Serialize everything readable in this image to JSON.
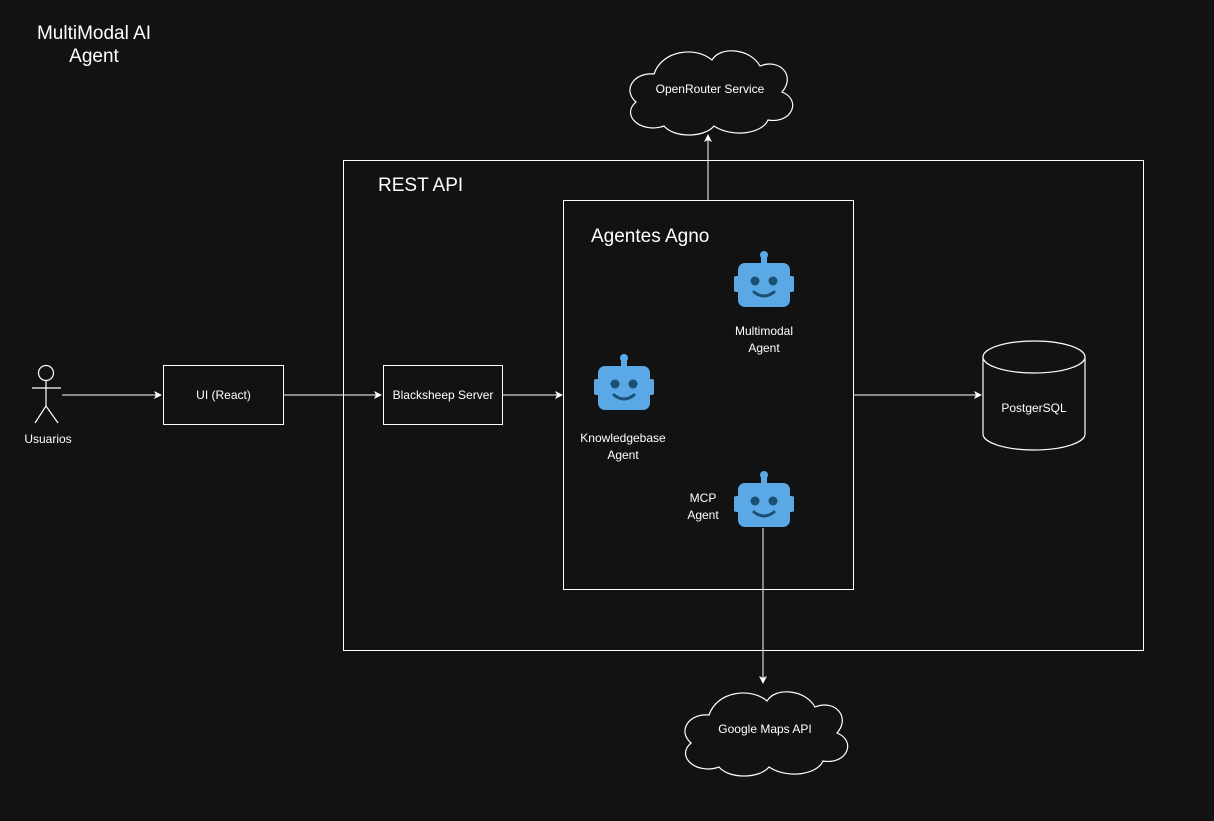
{
  "title": "MultiModal AI\nAgent",
  "containers": {
    "rest_api": "REST API",
    "agentes_agno": "Agentes Agno"
  },
  "actor": {
    "label": "Usuarios"
  },
  "nodes": {
    "ui": "UI (React)",
    "server": "Blacksheep Server",
    "database": "PostgerSQL"
  },
  "agents": {
    "multimodal": "Multimodal\nAgent",
    "knowledgebase": "Knowledgebase\nAgent",
    "mcp": "MCP\nAgent"
  },
  "clouds": {
    "openrouter": "OpenRouter Service",
    "google_maps": "Google Maps API"
  },
  "colors": {
    "background": "#121212",
    "stroke": "#ffffff",
    "robot_blue": "#5aa9e6",
    "robot_face": "#1d4f73"
  },
  "icons": [
    "person-icon",
    "robot-icon",
    "cloud-icon",
    "database-icon"
  ]
}
